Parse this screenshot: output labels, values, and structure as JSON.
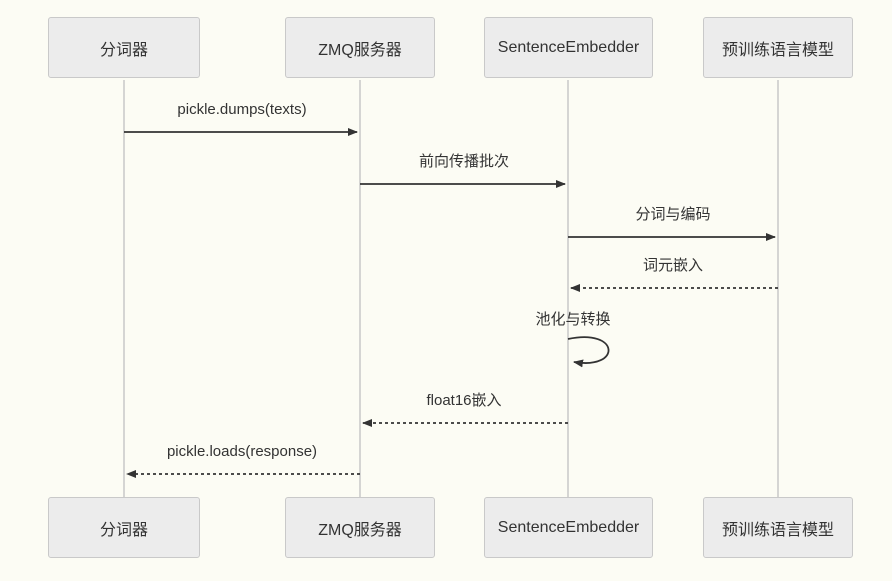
{
  "diagram": {
    "type": "sequence-diagram",
    "actors": [
      {
        "name": "分词器"
      },
      {
        "name": "ZMQ服务器"
      },
      {
        "name": "SentenceEmbedder"
      },
      {
        "name": "预训练语言模型"
      }
    ],
    "messages": [
      {
        "from": "分词器",
        "to": "ZMQ服务器",
        "label": "pickle.dumps(texts)",
        "line_style": "solid"
      },
      {
        "from": "ZMQ服务器",
        "to": "SentenceEmbedder",
        "label": "前向传播批次",
        "line_style": "solid"
      },
      {
        "from": "SentenceEmbedder",
        "to": "预训练语言模型",
        "label": "分词与编码",
        "line_style": "solid"
      },
      {
        "from": "预训练语言模型",
        "to": "SentenceEmbedder",
        "label": "词元嵌入",
        "line_style": "dashed"
      },
      {
        "from": "SentenceEmbedder",
        "to": "SentenceEmbedder",
        "label": "池化与转换",
        "line_style": "self-loop"
      },
      {
        "from": "SentenceEmbedder",
        "to": "ZMQ服务器",
        "label": "float16嵌入",
        "line_style": "dashed"
      },
      {
        "from": "ZMQ服务器",
        "to": "分词器",
        "label": "pickle.loads(response)",
        "line_style": "dashed"
      }
    ],
    "colors": {
      "background": "#fcfcf4",
      "actor_fill": "#ececec",
      "actor_border": "#c9c9c9",
      "lifeline": "#c8c8c8",
      "arrow": "#333333",
      "text": "#333333"
    }
  }
}
